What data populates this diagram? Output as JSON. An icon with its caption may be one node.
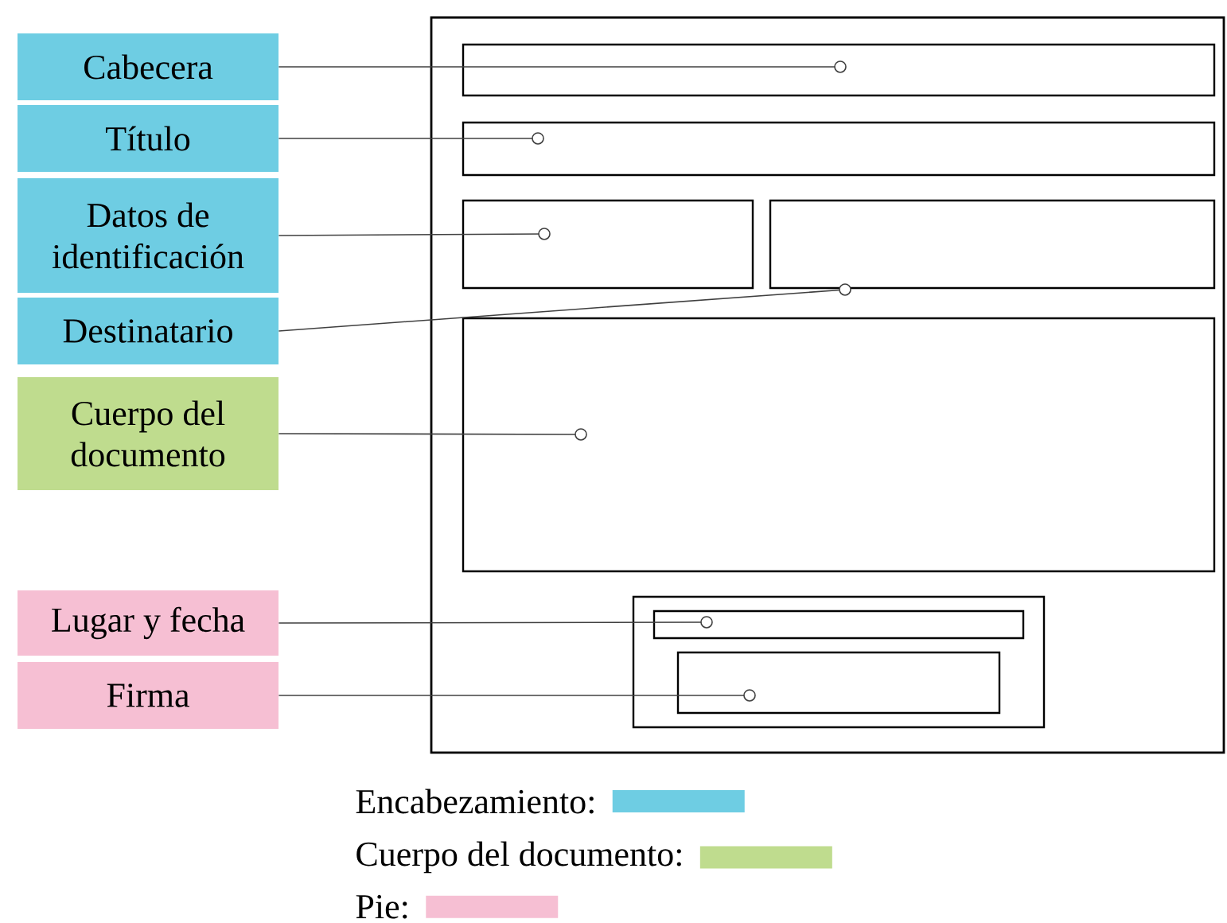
{
  "diagram": {
    "nodes": [
      {
        "text": [
          "Cabecera"
        ]
      },
      {
        "text": [
          "Título"
        ]
      },
      {
        "text": [
          "Datos de identificación"
        ]
      },
      {
        "text": [
          "Destinatario"
        ]
      },
      {
        "text": [
          "Cuerpo del documento"
        ]
      },
      {
        "text": [
          "Lugar y fecha"
        ]
      },
      {
        "text": [
          "Firma"
        ]
      },
      {
        "text": [],
        "shape": "box"
      },
      {
        "text": [],
        "shape": "box",
        "in": 7
      },
      {
        "text": [],
        "shape": "box",
        "in": 7
      },
      {
        "text": [],
        "shape": "box",
        "in": 7
      },
      {
        "text": [],
        "shape": "box",
        "in": 7
      },
      {
        "text": [],
        "shape": "box",
        "in": 7
      },
      {
        "text": [],
        "shape": "box",
        "in": 7
      },
      {
        "text": [],
        "shape": "box",
        "in": 13
      },
      {
        "text": [],
        "shape": "box",
        "in": 13
      }
    ],
    "edges": [
      {
        "from": 0,
        "to": 8,
        "arrow": "other"
      },
      {
        "from": 1,
        "to": 9,
        "arrow": "other"
      },
      {
        "from": 2,
        "to": 10,
        "arrow": "other"
      },
      {
        "from": 3,
        "to": 11,
        "arrow": "other"
      },
      {
        "from": 4,
        "to": 12,
        "arrow": "other"
      },
      {
        "from": 5,
        "to": 14,
        "arrow": "other"
      },
      {
        "from": 6,
        "to": 15,
        "arrow": "other"
      }
    ],
    "legend": [
      {
        "text": "Encabezamiento:",
        "color": "#6ecde3"
      },
      {
        "text": "Cuerpo del documento:",
        "color": "#bfdc8e"
      },
      {
        "text": "Pie:",
        "color": "#f6bfd3"
      }
    ]
  }
}
